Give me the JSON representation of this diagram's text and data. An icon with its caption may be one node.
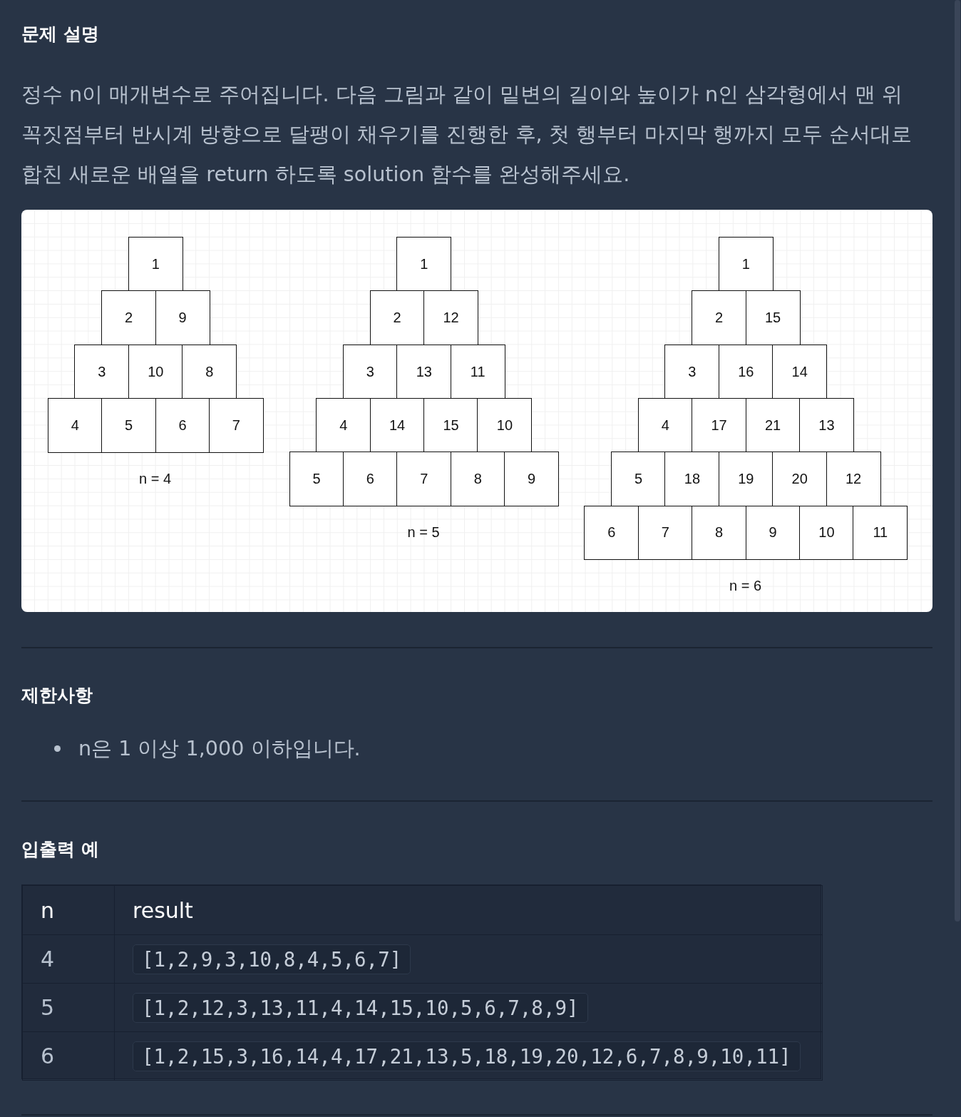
{
  "diagram": {
    "title": "문제 설명",
    "nodes": [
      {
        "text": [
          "1"
        ]
      },
      {
        "text": [
          "2"
        ]
      },
      {
        "text": [
          "9"
        ]
      },
      {
        "text": [
          "3"
        ]
      },
      {
        "text": [
          "10"
        ]
      },
      {
        "text": [
          "8"
        ]
      },
      {
        "text": [
          "4"
        ]
      },
      {
        "text": [
          "5"
        ]
      },
      {
        "text": [
          "6"
        ]
      },
      {
        "text": [
          "7"
        ]
      },
      {
        "text": [
          "1"
        ]
      },
      {
        "text": [
          "2"
        ]
      },
      {
        "text": [
          "12"
        ]
      },
      {
        "text": [
          "3"
        ]
      },
      {
        "text": [
          "13"
        ]
      },
      {
        "text": [
          "11"
        ]
      },
      {
        "text": [
          "4"
        ]
      },
      {
        "text": [
          "14"
        ]
      },
      {
        "text": [
          "15"
        ]
      },
      {
        "text": [
          "10"
        ]
      },
      {
        "text": [
          "5"
        ]
      },
      {
        "text": [
          "6"
        ]
      },
      {
        "text": [
          "7"
        ]
      },
      {
        "text": [
          "8"
        ]
      },
      {
        "text": [
          "9"
        ]
      },
      {
        "text": [
          "1"
        ]
      },
      {
        "text": [
          "2"
        ]
      },
      {
        "text": [
          "15"
        ]
      },
      {
        "text": [
          "3"
        ]
      },
      {
        "text": [
          "16"
        ]
      },
      {
        "text": [
          "14"
        ]
      },
      {
        "text": [
          "4"
        ]
      },
      {
        "text": [
          "17"
        ]
      },
      {
        "text": [
          "21"
        ]
      },
      {
        "text": [
          "13"
        ]
      },
      {
        "text": [
          "5"
        ]
      },
      {
        "text": [
          "18"
        ]
      },
      {
        "text": [
          "19"
        ]
      },
      {
        "text": [
          "20"
        ]
      },
      {
        "text": [
          "12"
        ]
      },
      {
        "text": [
          "6"
        ]
      },
      {
        "text": [
          "7"
        ]
      },
      {
        "text": [
          "8"
        ]
      },
      {
        "text": [
          "9"
        ]
      },
      {
        "text": [
          "10"
        ]
      },
      {
        "text": [
          "11"
        ]
      }
    ],
    "labels": [
      "정수 n이 매개변수로 주어집니다. 다음 그림과 같이 밑변의 길이와 높이가 n인 삼각형에서 맨 위 꼭짓점부터 반시계 방향으로 달팽이 채우기를 진행한 후, 첫 행부터 마지막 행까지 모두 순서대로 합친 새로운 배열을 return 하도록 solution 함수를 완성해주세요.",
      "n = 4",
      "n = 5",
      "n = 6",
      "제한사항",
      "n은 1 이상 1,000 이하입니다.",
      "입출력 예",
      "n",
      "result",
      "4",
      "[1,2,9,3,10,8,4,5,6,7]",
      "5",
      "[1,2,12,3,13,11,4,14,15,10,5,6,7,8,9]",
      "6",
      "[1,2,15,3,16,14,4,17,21,13,5,18,19,20,12,6,7,8,9,10,11]"
    ]
  }
}
